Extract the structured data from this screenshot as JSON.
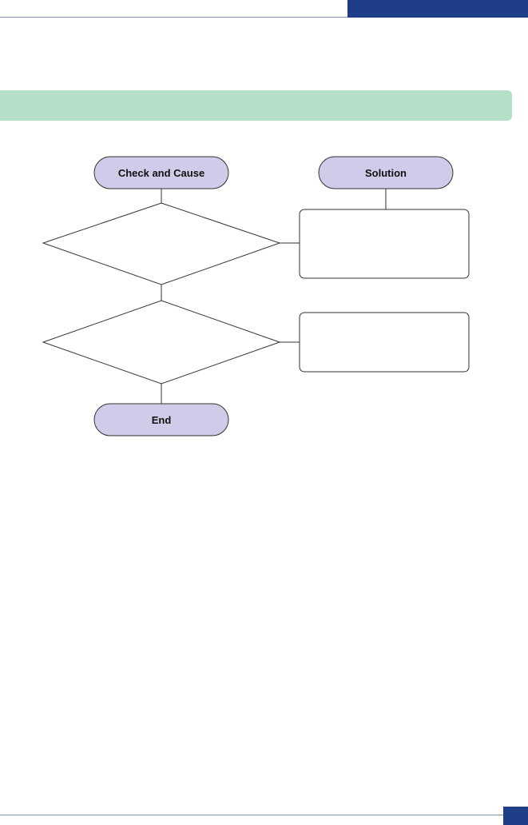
{
  "header": {
    "accent_color": "#1e3f87",
    "banner_color": "#b5e0c8",
    "banner_text": ""
  },
  "flowchart": {
    "terminal_fill": "#cfcbe8",
    "check_header": "Check and Cause",
    "solution_header": "Solution",
    "end_label": "End",
    "decisions": [
      {
        "text": ""
      },
      {
        "text": ""
      }
    ],
    "solutions": [
      {
        "text": ""
      },
      {
        "text": ""
      }
    ]
  },
  "footer": {
    "page_number": ""
  }
}
